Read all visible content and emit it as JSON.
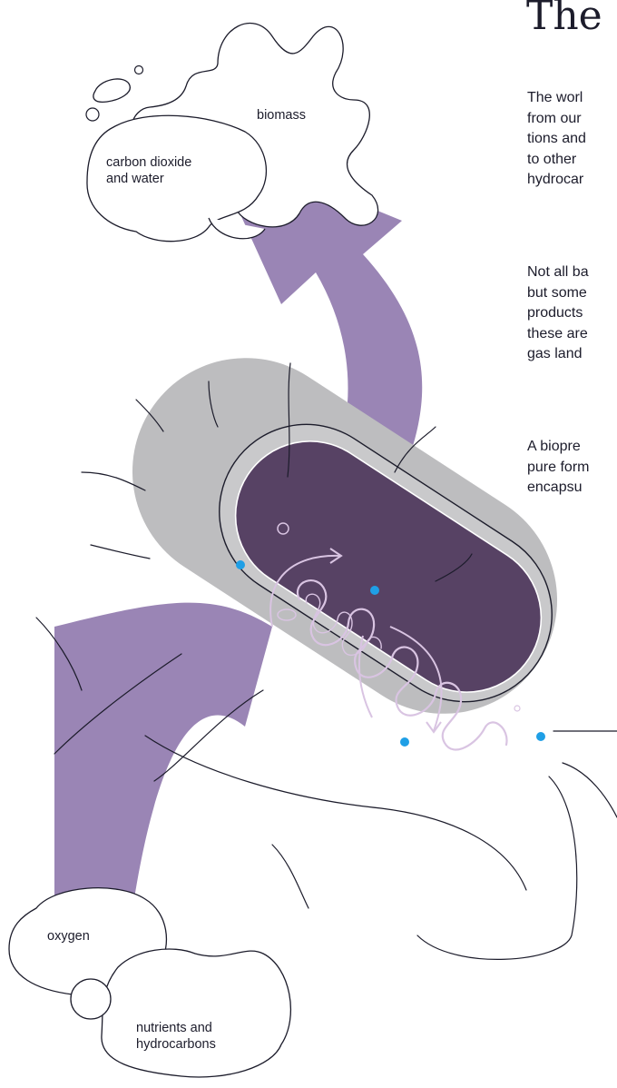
{
  "page": {
    "heading_fragment": "The",
    "paragraphs": [
      {
        "lines": [
          "The worl",
          "from our",
          "tions and",
          "to other",
          "hydrocar"
        ]
      },
      {
        "lines": [
          "Not all ba",
          "but some",
          "products",
          "these are",
          "gas land"
        ]
      },
      {
        "lines": [
          "A biopre",
          "pure form",
          "encapsu"
        ]
      }
    ]
  },
  "diagram": {
    "labels": {
      "biomass": "biomass",
      "carbon_dioxide": [
        "carbon dioxide",
        "and water"
      ],
      "oxygen": "oxygen",
      "nutrients": [
        "nutrients and",
        "hydrocarbons"
      ]
    },
    "colors": {
      "flow_arrow": "#9a85b5",
      "cell_wall": "#bdbdbf",
      "cytoplasm": "#574264",
      "dna": "#d9c4e2",
      "ribosome_dots": "#1f9fe6",
      "outline": "#1c1c2b"
    }
  }
}
